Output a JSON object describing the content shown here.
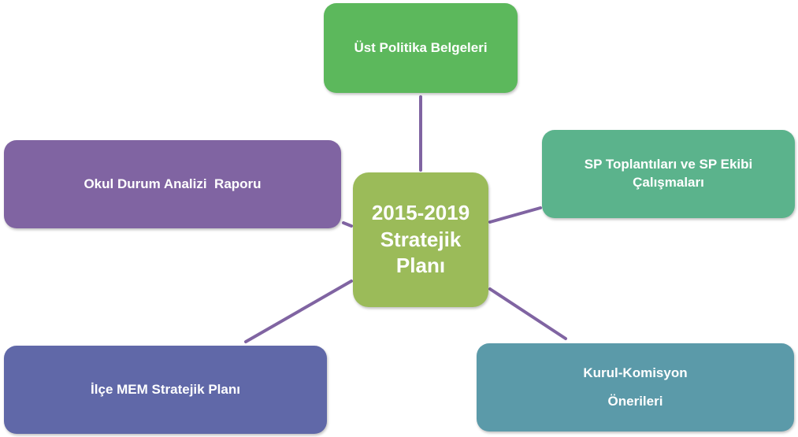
{
  "diagram": {
    "center": {
      "lines": [
        "2015-2019",
        "Stratejik",
        "Planı"
      ],
      "color": "#9bbb59"
    },
    "nodes": {
      "top": {
        "lines": [
          "Üst Politika Belgeleri"
        ],
        "color": "#5cb85c"
      },
      "right": {
        "lines": [
          "SP Toplantıları ve SP Ekibi",
          "Çalışmaları"
        ],
        "color": "#5bb38c"
      },
      "left": {
        "lines": [
          "Okul Durum Analizi  Raporu"
        ],
        "color": "#8064a2"
      },
      "bottom_left": {
        "lines": [
          "İlçe MEM Stratejik Planı"
        ],
        "color": "#6068a8"
      },
      "bottom_right": {
        "lines": [
          "Kurul-Komisyon",
          "Önerileri"
        ],
        "color": "#5b9aa9"
      }
    },
    "connector_color": "#8064a2"
  }
}
